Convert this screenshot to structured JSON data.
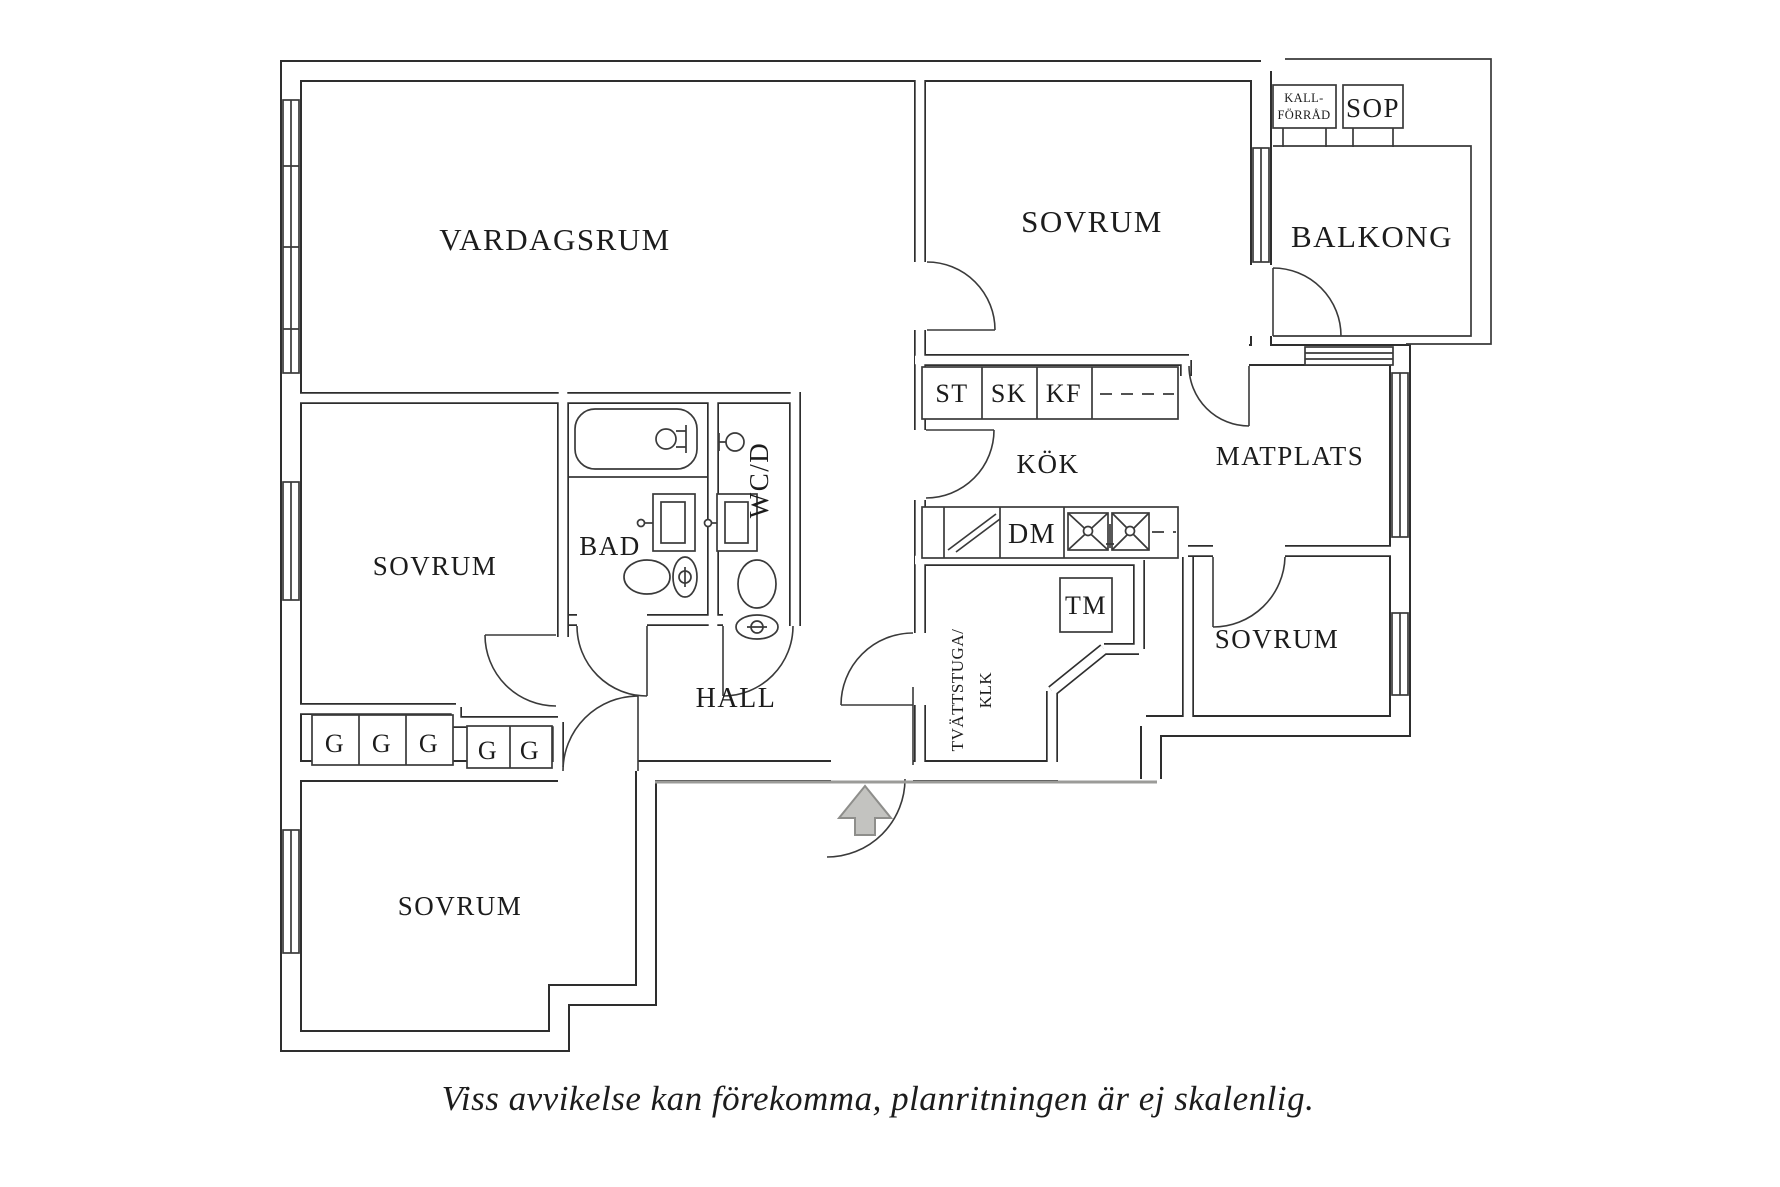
{
  "labels": {
    "vardagsrum": "VARDAGSRUM",
    "sovrum_top": "SOVRUM",
    "balkong": "BALKONG",
    "kallforrad_line1": "KALL-",
    "kallforrad_line2": "FÖRRÅD",
    "sop": "SOP",
    "matplats": "MATPLATS",
    "kok": "KÖK",
    "st": "ST",
    "sk": "SK",
    "kf": "KF",
    "dm": "DM",
    "tm": "TM",
    "sovrum_left": "SOVRUM",
    "bad": "BAD",
    "wcd": "WC/D",
    "hall": "HALL",
    "tvattstuga_line1": "TVÄTTSTUGA/",
    "tvattstuga_line2": "KLK",
    "sovrum_right": "SOVRUM",
    "sovrum_bottom": "SOVRUM",
    "g": "G"
  },
  "caption": "Viss avvikelse kan förekomma, planritningen är ej skalenlig.",
  "colors": {
    "wall": "#2e2e2e",
    "thin": "#3a3a3a",
    "arrow-fill": "#c3c3c0",
    "arrow-stroke": "#8e8e8b",
    "ground": "#9b9b98",
    "bg": "#ffffff",
    "text": "#1c1c1c"
  }
}
